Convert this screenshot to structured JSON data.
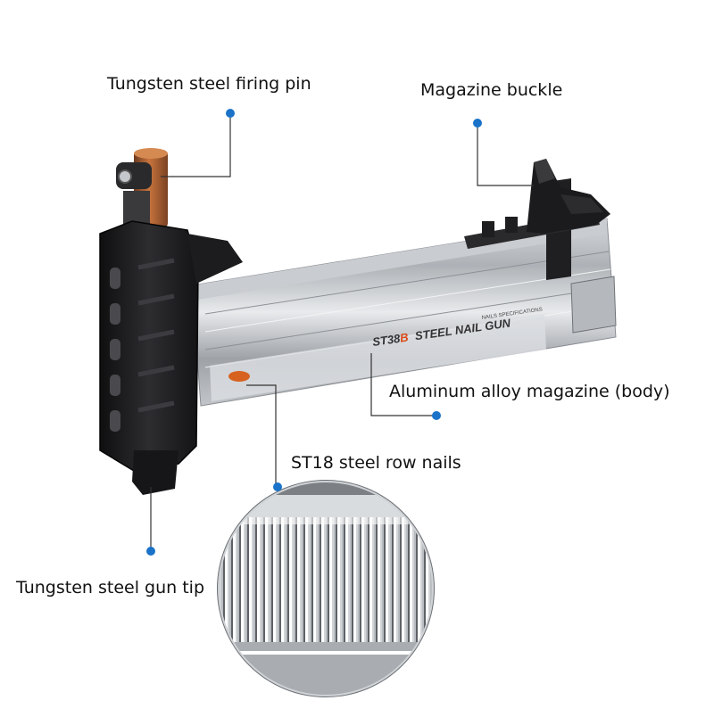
{
  "callouts": {
    "firing_pin": "Tungsten steel firing pin",
    "magazine_buckle": "Magazine buckle",
    "magazine_body": "Aluminum alloy magazine (body)",
    "row_nails": "ST18 steel row nails",
    "gun_tip": "Tungsten steel gun tip"
  },
  "product": {
    "model_code": "ST38",
    "model_suffix": "B",
    "model_name": "STEEL NAIL GUN",
    "spec_label": "NAILS SPECIFICATIONS"
  },
  "colors": {
    "accent_dot": "#1a73c8",
    "model_suffix": "#d94c1a",
    "body_aluminum": "#a9adb2",
    "head_black": "#1c1c1e"
  }
}
